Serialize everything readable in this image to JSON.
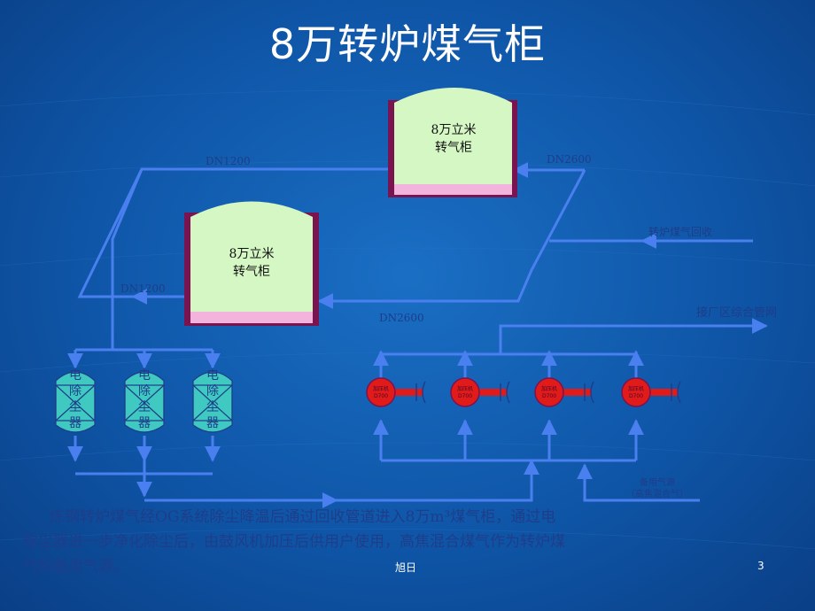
{
  "title": "8万转炉煤气柜",
  "tanks": [
    {
      "label_line1": "8万立米",
      "label_line2": "转气柜"
    },
    {
      "label_line1": "8万立米",
      "label_line2": "转气柜"
    }
  ],
  "pipe_labels": {
    "upper_left": "DN1200",
    "upper_right": "DN2600",
    "lower_left": "DN1200",
    "lower_right": "DN2600"
  },
  "flow_labels": {
    "converter_recovery": "转炉煤气回收",
    "to_network": "接厂区综合管网",
    "backup_source": "备用气源",
    "backup_source_detail": "（高焦混合气）"
  },
  "precipitator_label": [
    "电",
    "除",
    "尘",
    "器"
  ],
  "fans": [
    {
      "label": "加压机\nD700"
    },
    {
      "label": "加压机\nD700"
    },
    {
      "label": "加压机\nD700"
    },
    {
      "label": "加压机\nD700"
    }
  ],
  "description": "炼钢转炉煤气经OG系统除尘降温后通过回收管道进入8万m³煤气柜，通过电除尘器进一步净化除尘后，由鼓风机加压后供用户使用，高焦混合煤气作为转炉煤气的备用气源。",
  "footer": "旭日",
  "page_number": "3",
  "colors": {
    "background": "#0f56a8",
    "pipe": "#4a7ff0",
    "tank_body": "#d4f7c4",
    "tank_base": "#f2b3dc",
    "tank_wall": "#7a1450",
    "precipitator": "#3fc9c1",
    "fan": "#e11a1a"
  }
}
